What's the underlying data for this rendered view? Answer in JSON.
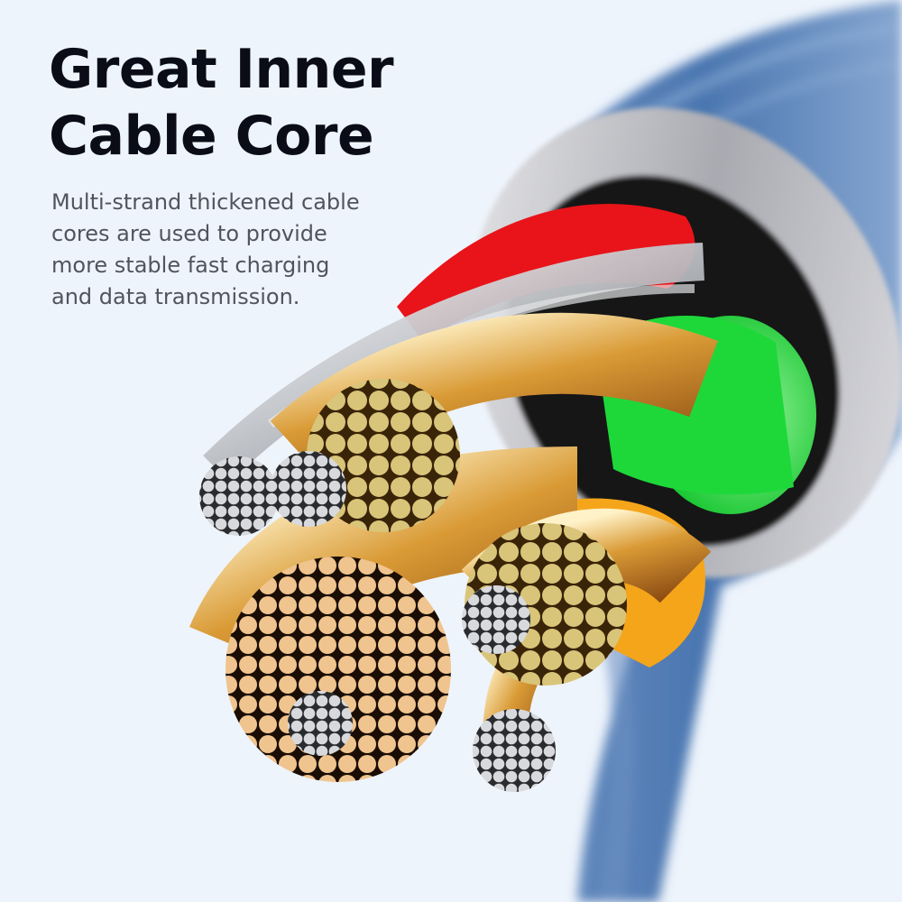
{
  "headline": {
    "lines": [
      "Great Inner",
      "Cable Core"
    ]
  },
  "description": {
    "lines": [
      "Multi-strand thickened cable",
      "cores are used to provide",
      "more stable fast charging",
      "and data transmission."
    ]
  },
  "product_image": {
    "subject": "braided-usb-cable-cross-section",
    "jacket_color": "#4a76b0",
    "shield_color": "#c8c8cc",
    "core_colors": {
      "red": "#e8141a",
      "green": "#1ed83a",
      "orange": "#f5a51a",
      "copper": "#e2a56a",
      "gold": "#d8c070",
      "silver": "#cfd2d6"
    }
  },
  "colors": {
    "background": "#eef4fc",
    "headline": "#0a0d18",
    "body_text": "#50545e"
  }
}
